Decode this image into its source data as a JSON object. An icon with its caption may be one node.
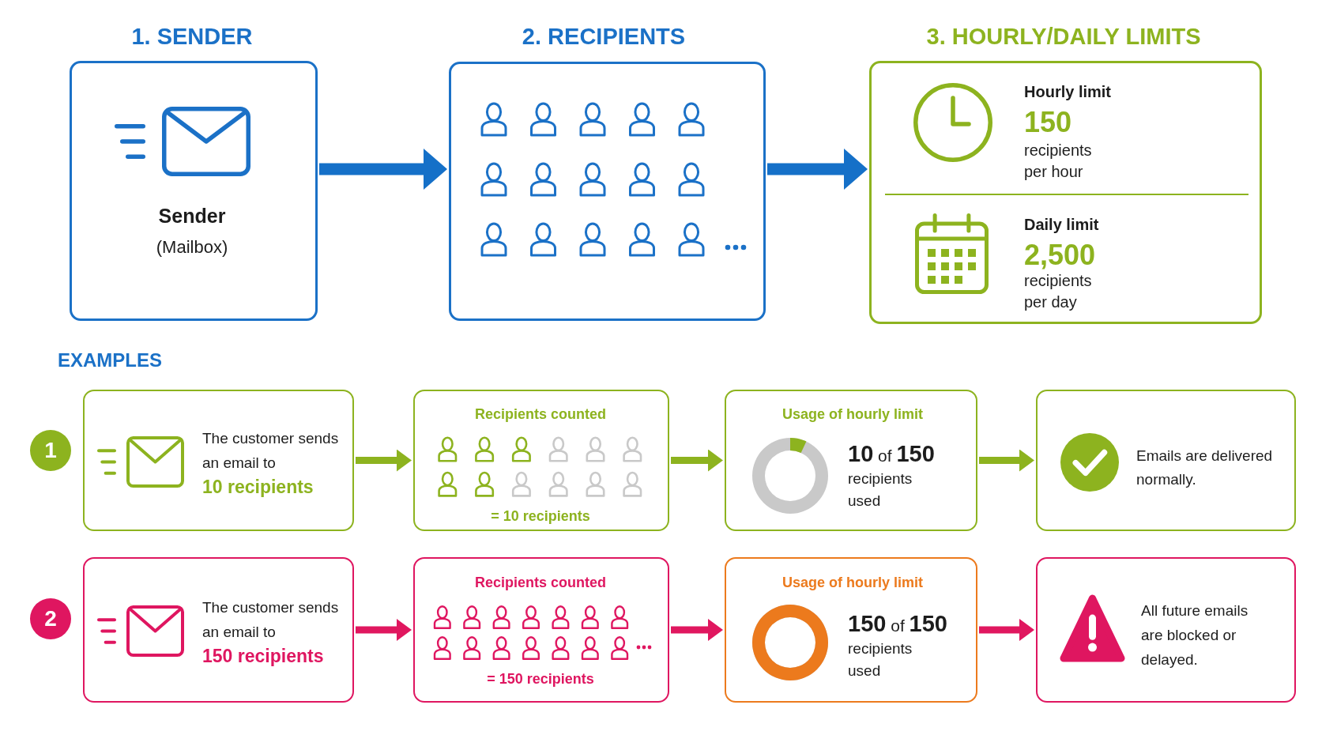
{
  "diagram": {
    "nodes": [
      {
        "text": [
          "1. SENDER",
          "Sender",
          "(Mailbox)"
        ]
      },
      {
        "text": [
          "2. RECIPIENTS"
        ]
      },
      {
        "text": [
          "3. HOURLY/DAILY LIMITS",
          "Hourly limit",
          "150",
          "recipients per hour",
          "Daily limit",
          "2,500",
          "recipients per day"
        ]
      },
      {
        "text": [
          "1"
        ]
      },
      {
        "text": [
          "The customer sends an email to **10 recipients**"
        ]
      },
      {
        "text": [
          "Recipients counted",
          "= 10 recipients"
        ]
      },
      {
        "text": [
          "Usage of hourly limit",
          "**10** of **150**",
          "recipients used"
        ]
      },
      {
        "text": [
          "Emails are delivered normally."
        ]
      },
      {
        "text": [
          "2"
        ]
      },
      {
        "text": [
          "The customer sends an email to **150 recipients**"
        ]
      },
      {
        "text": [
          "Recipients counted",
          "= 150 recipients"
        ]
      },
      {
        "text": [
          "Usage of hourly limit",
          "**150** of **150**",
          "recipients used"
        ]
      },
      {
        "text": [
          "All future emails are blocked or delayed."
        ]
      }
    ],
    "edges": [
      {
        "from": 0,
        "to": 1,
        "arrow": "to",
        "color": "#1570c8"
      },
      {
        "from": 1,
        "to": 2,
        "arrow": "to",
        "color": "#1570c8"
      },
      {
        "from": 4,
        "to": 5,
        "arrow": "to",
        "color": "#8db31f"
      },
      {
        "from": 5,
        "to": 6,
        "arrow": "to",
        "color": "#8db31f"
      },
      {
        "from": 6,
        "to": 7,
        "arrow": "to",
        "color": "#8db31f"
      },
      {
        "from": 9,
        "to": 10,
        "arrow": "to",
        "color": "#e0175f"
      },
      {
        "from": 10,
        "to": 11,
        "arrow": "to",
        "color": "#e0175f"
      },
      {
        "from": 11,
        "to": 12,
        "arrow": "to",
        "color": "#e0175f"
      }
    ],
    "labels": [
      "EXAMPLES"
    ]
  }
}
